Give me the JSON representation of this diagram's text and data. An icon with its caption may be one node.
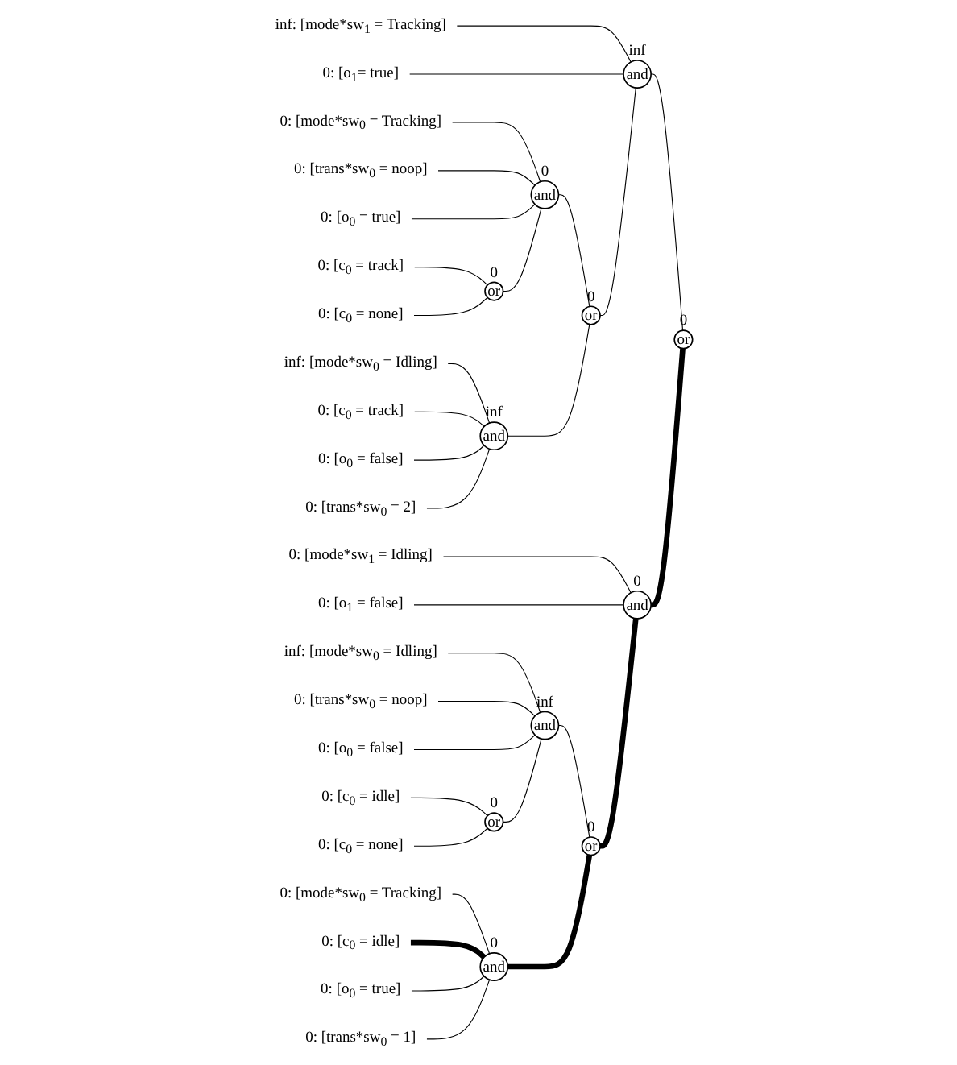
{
  "diagram": {
    "nodes": [
      {
        "text": [
          "inf: [mode*sw$_{1}$ = Tracking]"
        ]
      },
      {
        "text": [
          "0: [o$_{1}$= true]"
        ]
      },
      {
        "text": [
          "and"
        ],
        "beside": [
          "inf"
        ]
      },
      {
        "text": [
          "0: [mode*sw$_{0}$ = Tracking]"
        ]
      },
      {
        "text": [
          "0: [trans*sw$_{0}$ = noop]"
        ]
      },
      {
        "text": [
          "and"
        ],
        "beside": [
          "0"
        ]
      },
      {
        "text": [
          "0: [o$_{0}$ = true]"
        ]
      },
      {
        "text": [
          "0: [c$_{0}$ = track]"
        ]
      },
      {
        "text": [
          "or"
        ],
        "beside": [
          "0"
        ]
      },
      {
        "text": [
          "0: [c$_{0}$ = none]"
        ]
      },
      {
        "text": [
          "or"
        ],
        "beside": [
          "0"
        ]
      },
      {
        "text": [
          "inf: [mode*sw$_{0}$ = Idling]"
        ]
      },
      {
        "text": [
          "and"
        ],
        "beside": [
          "inf"
        ]
      },
      {
        "text": [
          "0: [c$_{0}$ = track]"
        ]
      },
      {
        "text": [
          "or"
        ],
        "beside": [
          "0"
        ]
      },
      {
        "text": [
          "0: [o$_{0}$ = false]"
        ]
      },
      {
        "text": [
          "0: [trans*sw$_{0}$ = 2]"
        ]
      },
      {
        "text": [
          "0: [mode*sw$_{1}$ = Idling]"
        ]
      },
      {
        "text": [
          "0: [o$_{1}$ = false]"
        ]
      },
      {
        "text": [
          "and"
        ],
        "beside": [
          "0"
        ]
      },
      {
        "text": [
          "inf: [mode*sw$_{0}$ = Idling]"
        ]
      },
      {
        "text": [
          "and"
        ],
        "beside": [
          "inf"
        ]
      },
      {
        "text": [
          "0: [trans*sw$_{0}$ = noop]"
        ]
      },
      {
        "text": [
          "0: [o$_{0}$ = false]"
        ]
      },
      {
        "text": [
          "0: [c$_{0}$ = idle]"
        ]
      },
      {
        "text": [
          "or"
        ],
        "beside": [
          "0"
        ]
      },
      {
        "text": [
          "0: [c$_{0}$ = none]"
        ]
      },
      {
        "text": [
          "or"
        ],
        "beside": [
          "0"
        ]
      },
      {
        "text": [
          "0: [mode*sw$_{0}$ = Tracking]"
        ]
      },
      {
        "text": [
          "0: [c$_{0}$ = idle]"
        ]
      },
      {
        "text": [
          "and"
        ],
        "beside": [
          "0"
        ]
      },
      {
        "text": [
          "0: [o$_{0}$ = true]"
        ]
      },
      {
        "text": [
          "0: [trans*sw$_{0}$ = 1]"
        ]
      }
    ],
    "edges": [
      {
        "from": 0,
        "to": 2,
        "arrow": "none"
      },
      {
        "from": 1,
        "to": 2,
        "arrow": "none"
      },
      {
        "from": 10,
        "to": 2,
        "arrow": "none"
      },
      {
        "from": 3,
        "to": 5,
        "arrow": "none"
      },
      {
        "from": 4,
        "to": 5,
        "arrow": "none"
      },
      {
        "from": 6,
        "to": 5,
        "arrow": "none"
      },
      {
        "from": 8,
        "to": 5,
        "arrow": "none"
      },
      {
        "from": 7,
        "to": 8,
        "arrow": "none"
      },
      {
        "from": 9,
        "to": 8,
        "arrow": "none"
      },
      {
        "from": 5,
        "to": 10,
        "arrow": "none"
      },
      {
        "from": 12,
        "to": 10,
        "arrow": "none"
      },
      {
        "from": 11,
        "to": 12,
        "arrow": "none"
      },
      {
        "from": 13,
        "to": 12,
        "arrow": "none"
      },
      {
        "from": 15,
        "to": 12,
        "arrow": "none"
      },
      {
        "from": 16,
        "to": 12,
        "arrow": "none"
      },
      {
        "from": 2,
        "to": 14,
        "arrow": "none"
      },
      {
        "from": 19,
        "to": 14,
        "arrow": "none",
        "style": "thick"
      },
      {
        "from": 17,
        "to": 19,
        "arrow": "none"
      },
      {
        "from": 18,
        "to": 19,
        "arrow": "none"
      },
      {
        "from": 27,
        "to": 19,
        "arrow": "none",
        "style": "thick"
      },
      {
        "from": 20,
        "to": 21,
        "arrow": "none"
      },
      {
        "from": 22,
        "to": 21,
        "arrow": "none"
      },
      {
        "from": 23,
        "to": 21,
        "arrow": "none"
      },
      {
        "from": 25,
        "to": 21,
        "arrow": "none"
      },
      {
        "from": 24,
        "to": 25,
        "arrow": "none"
      },
      {
        "from": 26,
        "to": 25,
        "arrow": "none"
      },
      {
        "from": 21,
        "to": 27,
        "arrow": "none"
      },
      {
        "from": 30,
        "to": 27,
        "arrow": "none",
        "style": "thick"
      },
      {
        "from": 28,
        "to": 30,
        "arrow": "none"
      },
      {
        "from": 29,
        "to": 30,
        "arrow": "none",
        "style": "thick"
      },
      {
        "from": 31,
        "to": 30,
        "arrow": "none"
      },
      {
        "from": 32,
        "to": 30,
        "arrow": "none"
      }
    ]
  }
}
